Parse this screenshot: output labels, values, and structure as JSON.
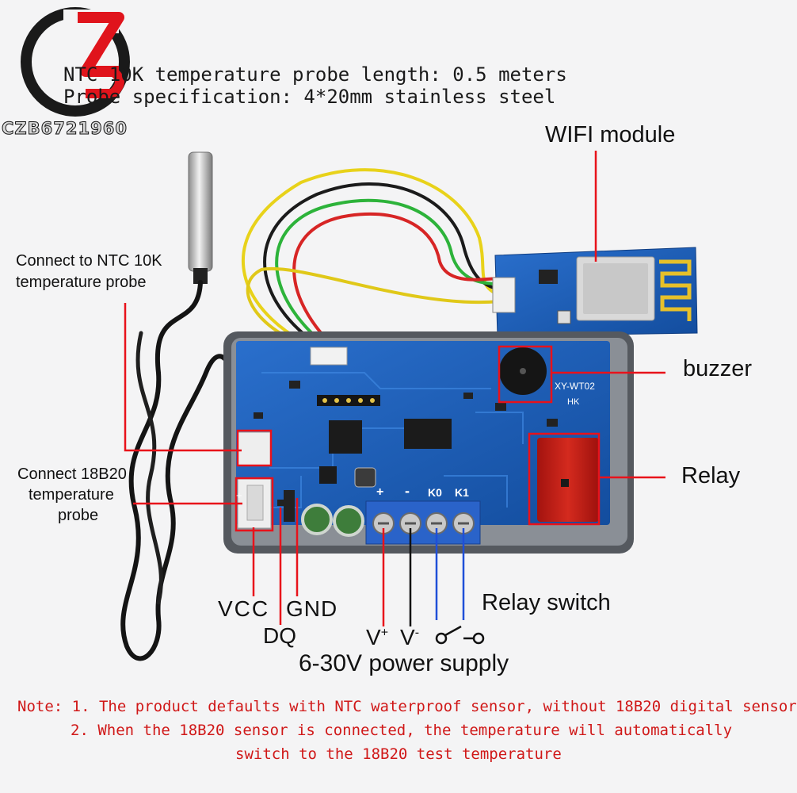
{
  "brand": {
    "logo_text": "CZB6721960"
  },
  "specs": {
    "line1": "NTC 10K temperature probe length: 0.5 meters",
    "line2": "Probe specification: 4*20mm stainless steel"
  },
  "labels": {
    "wifi_module": "WIFI module",
    "ntc_connect_1": "Connect to NTC 10K",
    "ntc_connect_2": "temperature probe",
    "buzzer": "buzzer",
    "relay": "Relay",
    "ds18b20_1": "Connect 18B20",
    "ds18b20_2": "temperature",
    "ds18b20_3": "probe",
    "vcc": "VCC",
    "gnd": "GND",
    "dq": "DQ",
    "relay_switch": "Relay switch",
    "v_plus": "V",
    "v_plus_sup": "+",
    "v_minus": "V",
    "v_minus_sup": "-",
    "power_supply": "6-30V power supply",
    "terminal_plus": "+",
    "terminal_minus": "-",
    "terminal_k0": "K0",
    "terminal_k1": "K1",
    "board_model": "XY-WT02",
    "board_hk": "HK"
  },
  "notes": {
    "line1": "Note: 1. The product defaults with NTC waterproof sensor, without 18B20 digital sensor",
    "line2": "2. When the 18B20 sensor is connected, the temperature will automatically",
    "line3": "switch to the 18B20 test temperature"
  },
  "colors": {
    "callout_red": "#e8121b",
    "callout_blue": "#1f4fd8",
    "note_red": "#d01818",
    "pcb_blue": "#1d5fb4"
  }
}
